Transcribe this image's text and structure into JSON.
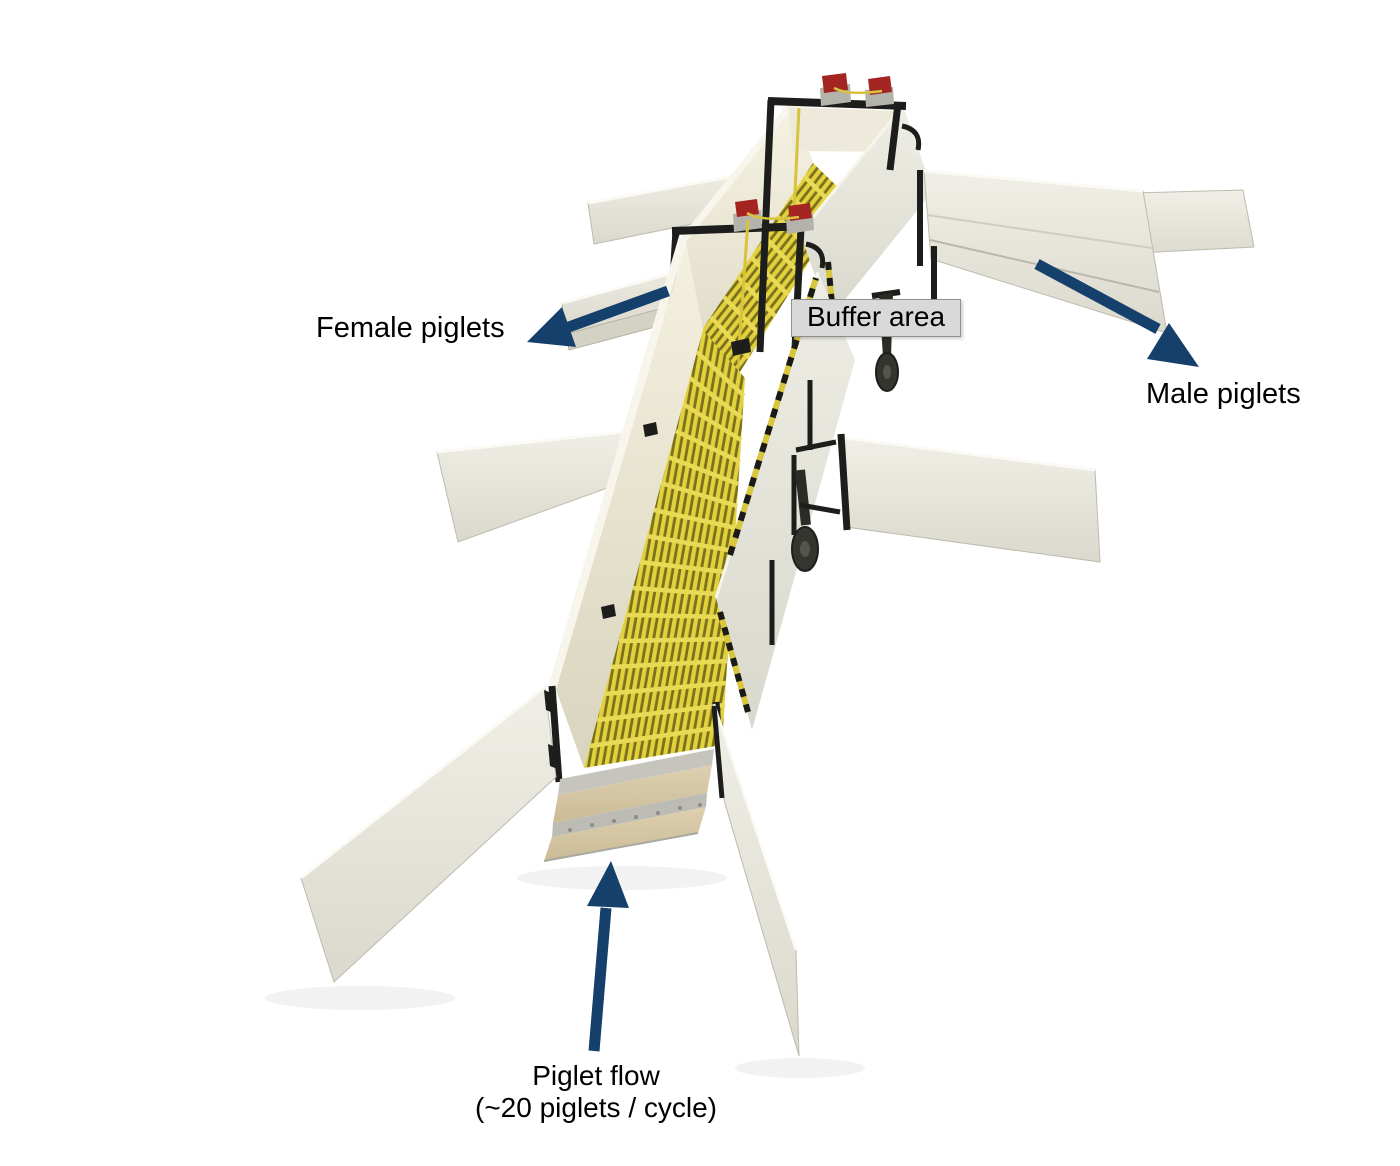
{
  "figure": {
    "subject": "piglet-sorting-chute-photo"
  },
  "annotations": {
    "female": {
      "label": "Female piglets"
    },
    "male": {
      "label": "Male piglets"
    },
    "buffer": {
      "label": "Buffer area"
    },
    "flow": {
      "line1": "Piglet flow",
      "line2": "(~20 piglets / cycle)"
    },
    "arrow_color": "#15406b",
    "buffer_label_bg": "#d9d9d9"
  },
  "machine_colors": {
    "grating_yellow": "#e2d13a",
    "grating_slot": "#7a7120",
    "wall_cream": "#f2eedc",
    "frame_black": "#1d1d1b",
    "clamp_red": "#a32420",
    "cord_yellow": "#d8c33c",
    "ramp_aluminum": "#d6c6a5"
  }
}
